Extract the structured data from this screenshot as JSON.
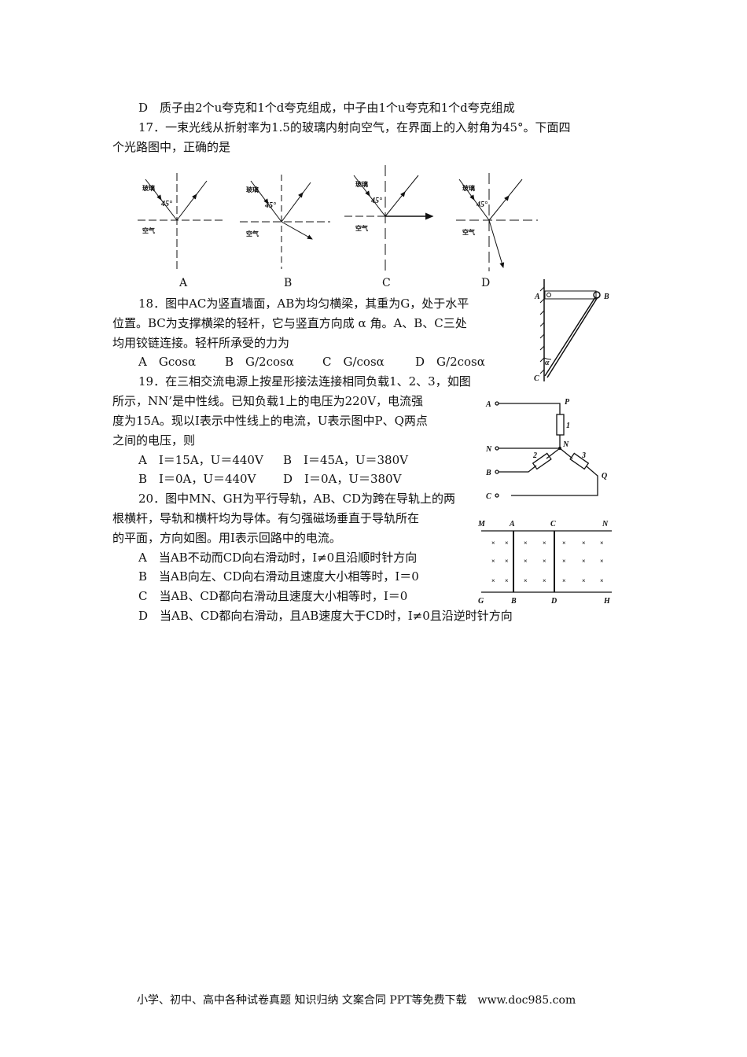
{
  "q16": {
    "option_d": "D　质子由2个u夸克和1个d夸克组成，中子由1个u夸克和1个d夸克组成"
  },
  "q17": {
    "line1": "17．一束光线从折射率为1.5的玻璃内射向空气，在界面上的入射角为45°。下面四",
    "line2": "个光路图中，正确的是",
    "diagram_labels": [
      "A",
      "B",
      "C",
      "D"
    ],
    "glass": "玻璃",
    "air": "空气",
    "angle": "45°"
  },
  "q18": {
    "line1": "18．图中AC为竖直墙面，AB为均匀横梁，其重为G，处于水平",
    "line2": "位置。BC为支撑横梁的轻杆，它与竖直方向成 α 角。A、B、C三处",
    "line3": "均用铰链连接。轻杆所承受的力为",
    "options": [
      "A　Gcosα",
      "B　G/2cosα",
      "C　G/cosα",
      "D　G/2cosα"
    ],
    "points": [
      "A",
      "B",
      "C"
    ],
    "alpha": "α"
  },
  "q19": {
    "line1": "19．在三相交流电源上按星形接法连接相同负载1、2、3，如图",
    "line2": "所示，NN’是中性线。已知负载1上的电压为220V，电流强",
    "line3": "度为15A。现以I表示中性线上的电流，U表示图中P、Q两点",
    "line4": "之间的电压，则",
    "options": [
      "A　I＝15A，U＝440V",
      "B　I＝45A，U＝380V",
      "B　I＝0A，U＝440V",
      "D　I＝0A，U＝380V"
    ],
    "labels": [
      "A",
      "N",
      "B",
      "C",
      "P",
      "Q",
      "N",
      "1",
      "2",
      "3"
    ]
  },
  "q20": {
    "line1": "20．图中MN、GH为平行导轨，AB、CD为跨在导轨上的两",
    "line2": "根横杆，导轨和横杆均为导体。有匀强磁场垂直于导轨所在",
    "line3": "的平面，方向如图。用I表示回路中的电流。",
    "options": [
      "A　当AB不动而CD向右滑动时，I≠0且沿顺时针方向",
      "B　当AB向左、CD向右滑动且速度大小相等时，I＝0",
      "C　当AB、CD都向右滑动且速度大小相等时，I＝0",
      "D　当AB、CD都向右滑动，且AB速度大于CD时，I≠0且沿逆时针方向"
    ],
    "labels": [
      "M",
      "A",
      "C",
      "N",
      "G",
      "B",
      "D",
      "H"
    ]
  },
  "footer": "小学、初中、高中各种试卷真题 知识归纳 文案合同 PPT等免费下载　www.doc985.com"
}
